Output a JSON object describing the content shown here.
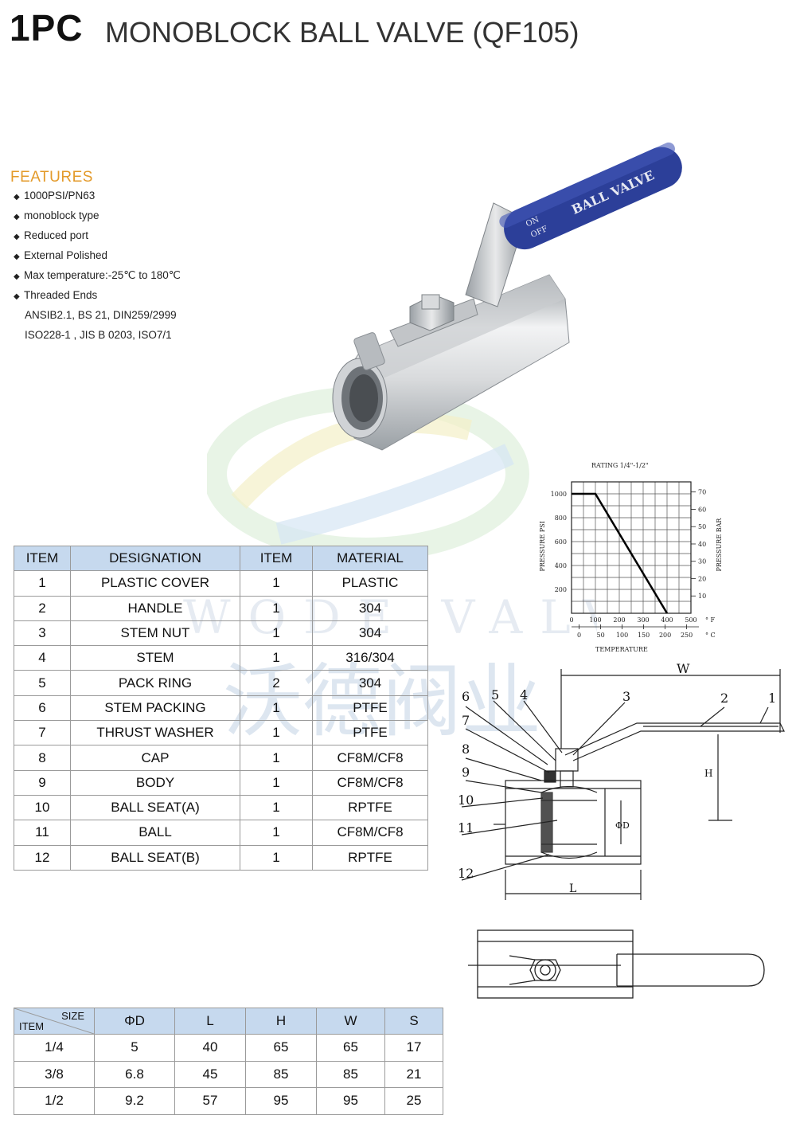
{
  "header": {
    "title_strong": "1PC",
    "title_rest": "MONOBLOCK BALL VALVE (QF105)"
  },
  "features": {
    "heading": "FEATURES",
    "items": [
      "1000PSI/PN63",
      "monoblock type",
      "Reduced port",
      "External Polished",
      "Max temperature:-25℃ to 180℃",
      "Threaded Ends"
    ],
    "sub_items": [
      "ANSIB2.1, BS 21, DIN259/2999",
      "ISO228-1 , JIS B 0203, ISO7/1"
    ]
  },
  "product": {
    "handle_text": "BALL VALVE",
    "on_text": "ON",
    "off_text": "OFF",
    "handle_color": "#2c3f99"
  },
  "watermark": {
    "latin": "WODE VALVE",
    "cjk": "沃德阀业"
  },
  "parts_table": {
    "headers": [
      "ITEM",
      "DESIGNATION",
      "ITEM",
      "MATERIAL"
    ],
    "rows": [
      [
        "1",
        "PLASTIC COVER",
        "1",
        "PLASTIC"
      ],
      [
        "2",
        "HANDLE",
        "1",
        "304"
      ],
      [
        "3",
        "STEM NUT",
        "1",
        "304"
      ],
      [
        "4",
        "STEM",
        "1",
        "316/304"
      ],
      [
        "5",
        "PACK RING",
        "2",
        "304"
      ],
      [
        "6",
        "STEM PACKING",
        "1",
        "PTFE"
      ],
      [
        "7",
        "THRUST WASHER",
        "1",
        "PTFE"
      ],
      [
        "8",
        "CAP",
        "1",
        "CF8M/CF8"
      ],
      [
        "9",
        "BODY",
        "1",
        "CF8M/CF8"
      ],
      [
        "10",
        "BALL SEAT(A)",
        "1",
        "RPTFE"
      ],
      [
        "11",
        "BALL",
        "1",
        "CF8M/CF8"
      ],
      [
        "12",
        "BALL SEAT(B)",
        "1",
        "RPTFE"
      ]
    ]
  },
  "size_table": {
    "corner_top": "SIZE",
    "corner_bottom": "ITEM",
    "headers": [
      "ΦD",
      "L",
      "H",
      "W",
      "S"
    ],
    "rows": [
      [
        "1/4",
        "5",
        "40",
        "65",
        "65",
        "17"
      ],
      [
        "3/8",
        "6.8",
        "45",
        "85",
        "85",
        "21"
      ],
      [
        "1/2",
        "9.2",
        "57",
        "95",
        "95",
        "25"
      ]
    ]
  },
  "drawing": {
    "callouts": [
      "1",
      "2",
      "3",
      "4",
      "5",
      "6",
      "7",
      "8",
      "9",
      "10",
      "11",
      "12"
    ],
    "dim_w": "W",
    "dim_h": "H",
    "dim_l": "L",
    "dim_d": "ΦD"
  },
  "chart_data": {
    "type": "line",
    "title": "RATING 1/4\"-1/2\"",
    "ylabel": "PRESSURE PSI",
    "ylabel_right": "PRESSURE BAR",
    "xlabel": "TEMPERATURE",
    "x_unit_top": "° F",
    "x_unit_bottom": "° C",
    "x_ticks_f": [
      "0",
      "100",
      "200",
      "300",
      "400",
      "500"
    ],
    "x_ticks_c": [
      "0",
      "50",
      "100",
      "150",
      "200",
      "250"
    ],
    "y_ticks_psi": [
      "200",
      "400",
      "600",
      "800",
      "1000"
    ],
    "y_ticks_bar": [
      "10",
      "20",
      "30",
      "40",
      "50",
      "60",
      "70"
    ],
    "xlim": [
      0,
      500
    ],
    "ylim": [
      0,
      1100
    ],
    "grid": true,
    "series": [
      {
        "x": [
          0,
          100,
          400
        ],
        "y": [
          1000,
          1000,
          0
        ]
      }
    ]
  }
}
